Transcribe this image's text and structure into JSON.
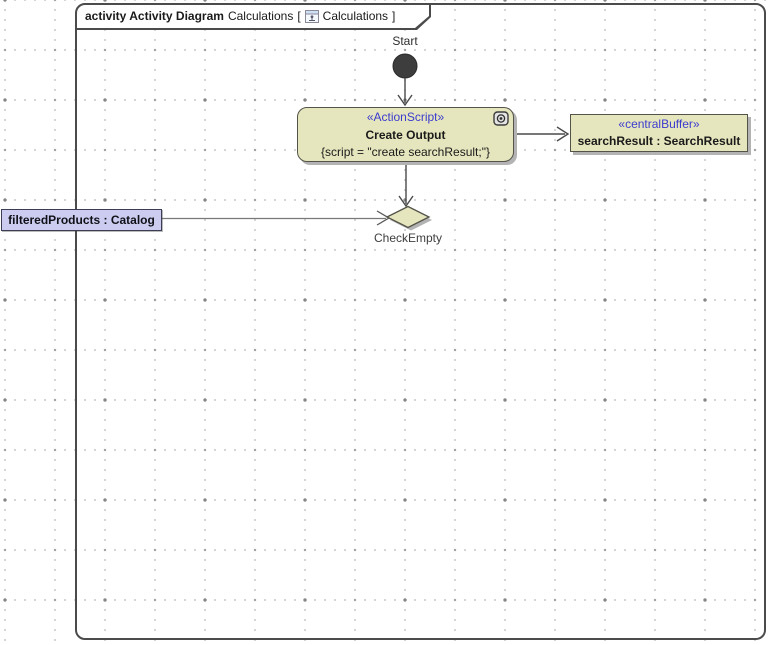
{
  "frame": {
    "heading_bold": "activity Activity Diagram",
    "diagram_name": "Calculations",
    "bracket_open": "[",
    "context_name": "Calculations",
    "bracket_close": "]"
  },
  "nodes": {
    "start": {
      "label": "Start"
    },
    "action": {
      "stereotype": "«ActionScript»",
      "name": "Create Output",
      "body": "{script = \"create searchResult;\"}"
    },
    "central_buffer": {
      "stereotype": "«centralBuffer»",
      "name": "searchResult : SearchResult"
    },
    "decision": {
      "label": "CheckEmpty"
    },
    "object_node": {
      "label": "filteredProducts : Catalog"
    }
  },
  "colors": {
    "node_fill": "#e6e6be",
    "node_border": "#53534a",
    "stereotype_text": "#3b3bd0",
    "object_label_fill": "#ccccf0",
    "edge": "#4a4a4a",
    "shadow": "#b3b3b3",
    "frame_border": "#4b4b4b"
  }
}
